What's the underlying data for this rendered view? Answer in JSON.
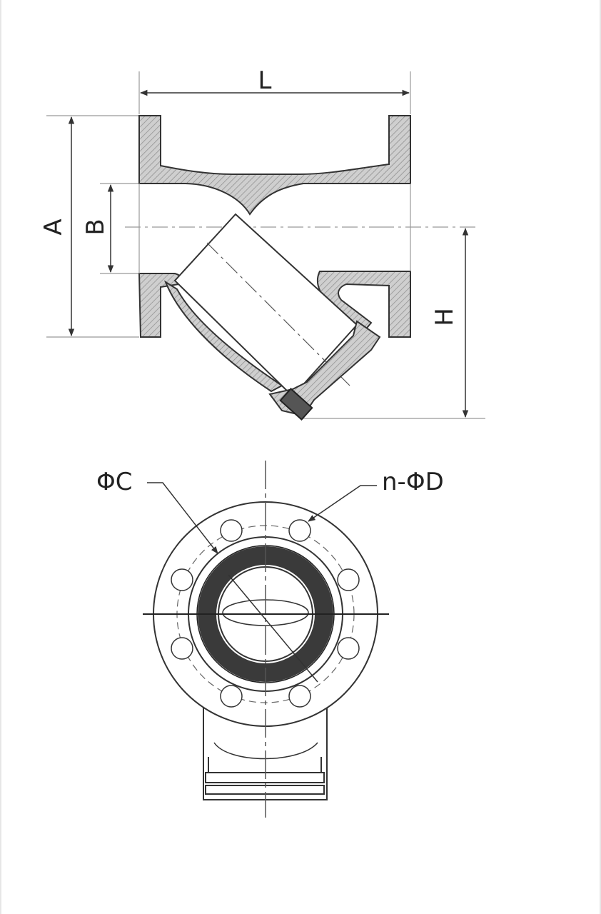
{
  "labels": {
    "L": "L",
    "A": "A",
    "B": "B",
    "H": "H",
    "phi_c": "ΦC",
    "n_phi_d": "n-ΦD"
  },
  "colors": {
    "line": "#222222",
    "hatch_fill": "#bdbdbd",
    "gasket": "#3a3a3a",
    "background": "#ffffff"
  }
}
